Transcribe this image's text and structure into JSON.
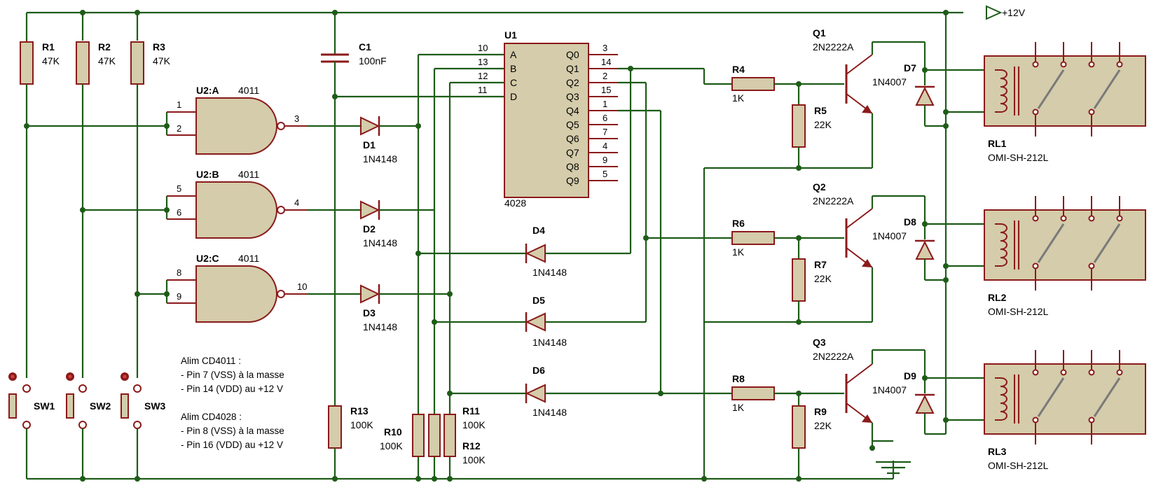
{
  "supply": {
    "label": "+12V"
  },
  "resistors": [
    {
      "ref": "R1",
      "value": "47K"
    },
    {
      "ref": "R2",
      "value": "47K"
    },
    {
      "ref": "R3",
      "value": "47K"
    },
    {
      "ref": "R4",
      "value": "1K"
    },
    {
      "ref": "R5",
      "value": "22K"
    },
    {
      "ref": "R6",
      "value": "1K"
    },
    {
      "ref": "R7",
      "value": "22K"
    },
    {
      "ref": "R8",
      "value": "1K"
    },
    {
      "ref": "R9",
      "value": "22K"
    },
    {
      "ref": "R10",
      "value": "100K"
    },
    {
      "ref": "R11",
      "value": "100K"
    },
    {
      "ref": "R12",
      "value": "100K"
    },
    {
      "ref": "R13",
      "value": "100K"
    }
  ],
  "capacitor": {
    "ref": "C1",
    "value": "100nF"
  },
  "gates": [
    {
      "ref": "U2:A",
      "part": "4011",
      "in1": "1",
      "in2": "2",
      "out": "3"
    },
    {
      "ref": "U2:B",
      "part": "4011",
      "in1": "5",
      "in2": "6",
      "out": "4"
    },
    {
      "ref": "U2:C",
      "part": "4011",
      "in1": "8",
      "in2": "9",
      "out": "10"
    }
  ],
  "decoder": {
    "ref": "U1",
    "part": "4028",
    "inputs": [
      {
        "name": "A",
        "pin": "10"
      },
      {
        "name": "B",
        "pin": "13"
      },
      {
        "name": "C",
        "pin": "12"
      },
      {
        "name": "D",
        "pin": "11"
      }
    ],
    "outputs": [
      {
        "name": "Q0",
        "pin": "3"
      },
      {
        "name": "Q1",
        "pin": "14"
      },
      {
        "name": "Q2",
        "pin": "2"
      },
      {
        "name": "Q3",
        "pin": "15"
      },
      {
        "name": "Q4",
        "pin": "1"
      },
      {
        "name": "Q5",
        "pin": "6"
      },
      {
        "name": "Q6",
        "pin": "7"
      },
      {
        "name": "Q7",
        "pin": "4"
      },
      {
        "name": "Q8",
        "pin": "9"
      },
      {
        "name": "Q9",
        "pin": "5"
      }
    ]
  },
  "diodes": [
    {
      "ref": "D1",
      "part": "1N4148"
    },
    {
      "ref": "D2",
      "part": "1N4148"
    },
    {
      "ref": "D3",
      "part": "1N4148"
    },
    {
      "ref": "D4",
      "part": "1N4148"
    },
    {
      "ref": "D5",
      "part": "1N4148"
    },
    {
      "ref": "D6",
      "part": "1N4148"
    },
    {
      "ref": "D7",
      "part": "1N4007"
    },
    {
      "ref": "D8",
      "part": "1N4007"
    },
    {
      "ref": "D9",
      "part": "1N4007"
    }
  ],
  "transistors": [
    {
      "ref": "Q1",
      "part": "2N2222A"
    },
    {
      "ref": "Q2",
      "part": "2N2222A"
    },
    {
      "ref": "Q3",
      "part": "2N2222A"
    }
  ],
  "relays": [
    {
      "ref": "RL1",
      "part": "OMI-SH-212L"
    },
    {
      "ref": "RL2",
      "part": "OMI-SH-212L"
    },
    {
      "ref": "RL3",
      "part": "OMI-SH-212L"
    }
  ],
  "switches": [
    {
      "ref": "SW1"
    },
    {
      "ref": "SW2"
    },
    {
      "ref": "SW3"
    }
  ],
  "notes": [
    "Alim CD4011 :",
    "- Pin 7 (VSS) à la masse",
    "- Pin 14 (VDD) au +12 V",
    "Alim CD4028 :",
    "- Pin 8 (VSS) à la masse",
    "- Pin 16 (VDD) au +12 V"
  ]
}
